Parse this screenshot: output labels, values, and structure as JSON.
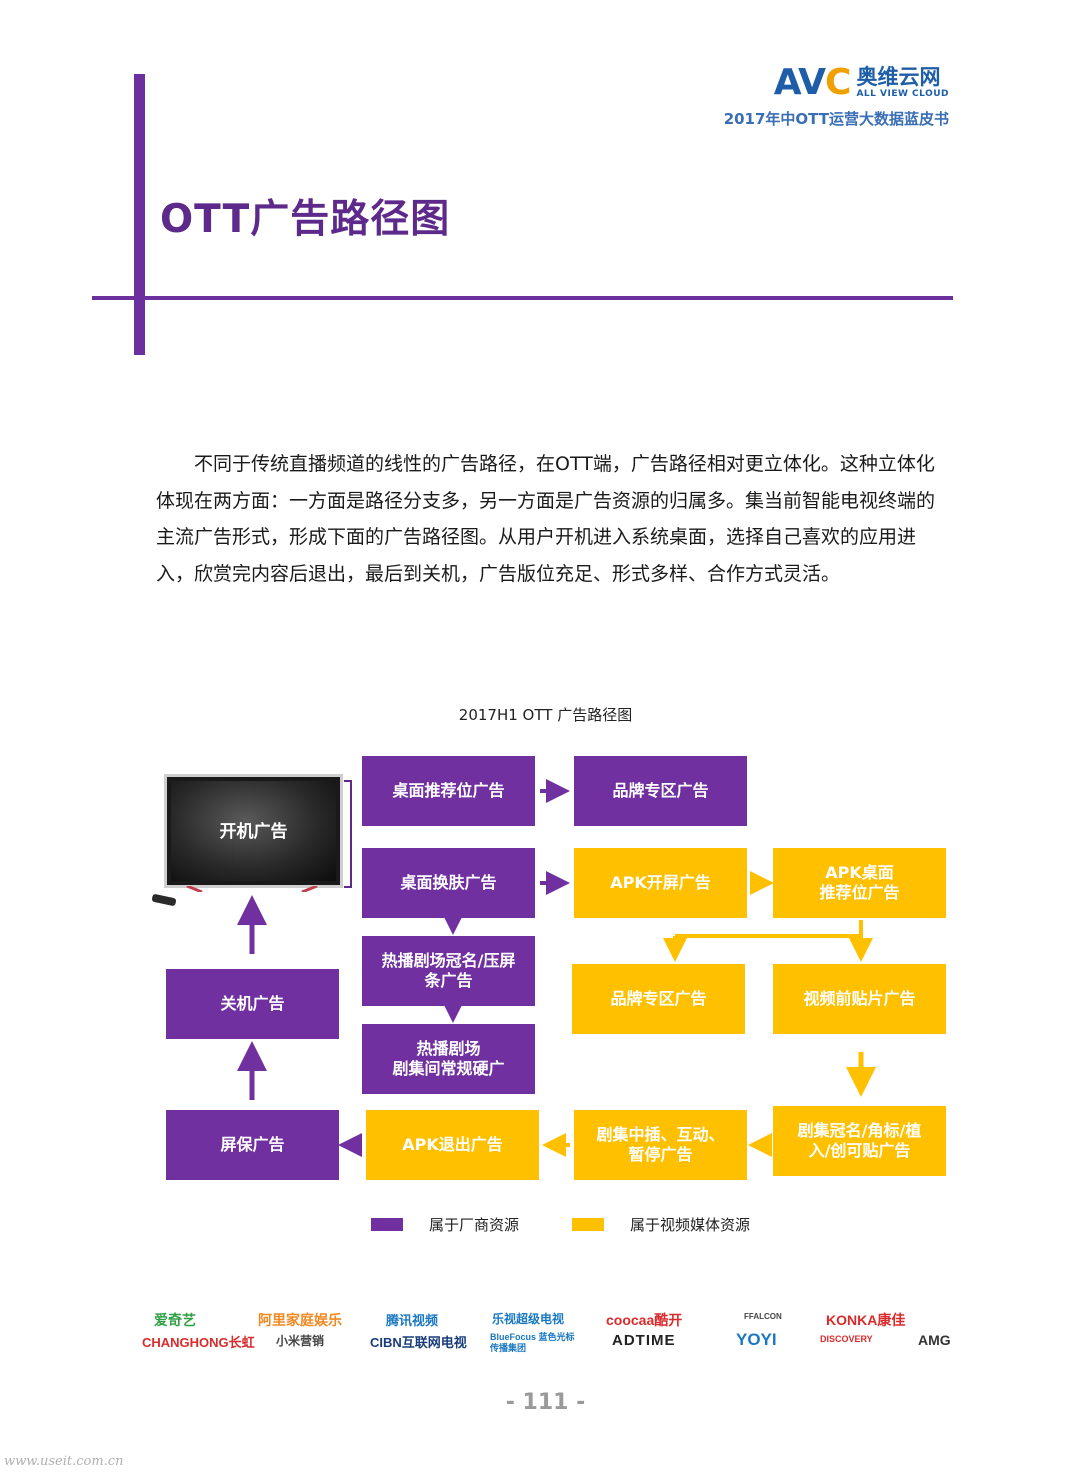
{
  "header": {
    "brand_logo": "AVC",
    "brand_cn": "奥维云网",
    "brand_en": "ALL VIEW CLOUD",
    "doc_title": "2017年中OTT运营大数据蓝皮书"
  },
  "page_title": "OTT广告路径图",
  "paragraph": "　　不同于传统直播频道的线性的广告路径，在OTT端，广告路径相对更立体化。这种立体化体现在两方面：一方面是路径分支多，另一方面是广告资源的归属多。集当前智能电视终端的主流广告形式，形成下面的广告路径图。从用户开机进入系统桌面，选择自己喜欢的应用进入，欣赏完内容后退出，最后到关机，广告版位充足、形式多样、合作方式灵活。",
  "figure": {
    "title": "2017H1 OTT 广告路径图",
    "colors": {
      "vendor": "#7030a0",
      "media": "#ffc000"
    },
    "nodes": {
      "boot": "开机广告",
      "desktop_rec": "桌面推荐位广告",
      "brand_zone_1": "品牌专区广告",
      "skin": "桌面换肤广告",
      "apk_splash": "APK开屏广告",
      "apk_desktop": "APK桌面\n推荐位广告",
      "hot_title": "热播剧场冠名/压屏\n条广告",
      "hot_hard": "热播剧场\n剧集间常规硬广",
      "brand_zone_2": "品牌专区广告",
      "preroll": "视频前贴片广告",
      "shutdown": "关机广告",
      "screensaver": "屏保广告",
      "apk_exit": "APK退出广告",
      "midroll": "剧集中插、互动、\n暂停广告",
      "sponsor": "剧集冠名/角标/植\n入/创可贴广告"
    },
    "legend": {
      "vendor": "属于厂商资源",
      "media": "属于视频媒体资源"
    }
  },
  "partners": {
    "row1": [
      "爱奇艺",
      "阿里家庭娱乐",
      "腾讯视频",
      "乐视超级电视",
      "coocaa酷开",
      "FFALCON",
      "KONKA康佳"
    ],
    "row2": [
      "CHANGHONG长虹",
      "小米营销",
      "CIBN互联网电视",
      "BlueFocus 蓝色光标传播集团",
      "ADTIME",
      "YOYI",
      "DISCOVERY",
      "AMG"
    ]
  },
  "page_number": "- 111 -",
  "watermark": "www.useit.com.cn"
}
